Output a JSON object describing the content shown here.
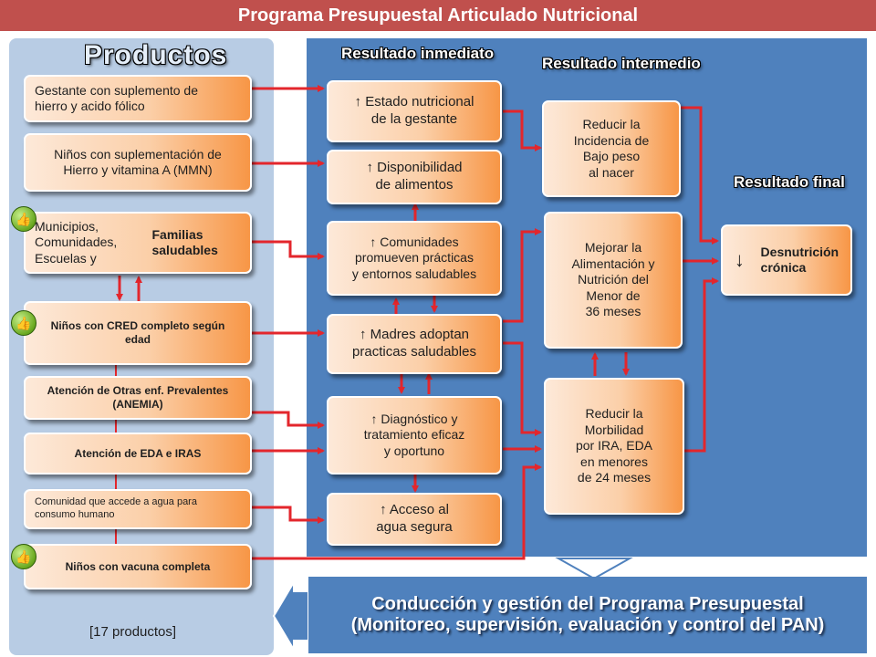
{
  "title": "Programa Presupuestal  Articulado Nutricional",
  "headers": {
    "productos": "Productos",
    "resultado_inmediato": "Resultado inmediato",
    "resultado_intermedio": "Resultado intermedio",
    "resultado_final": "Resultado final"
  },
  "productos": [
    "Gestante con suplemento de\nhierro y acido fólico",
    "Niños con suplementación de\nHierro y vitamina A (MMN)",
    "Municipios,  Comunidades,\nEscuelas y Familias saludables",
    "Niños con CRED completo según\nedad",
    "Atención de Otras enf. Prevalentes\n(ANEMIA)",
    "Atención de EDA e IRAS",
    "Comunidad que accede a agua para\nconsumo humano",
    "Niños con vacuna completa"
  ],
  "resultados_inmediatos": [
    "↑ Estado nutricional\nde la gestante",
    "↑ Disponibilidad\nde alimentos",
    "↑ Comunidades\npromueven prácticas\ny entornos saludables",
    "↑ Madres adoptan\npracticas saludables",
    "↑ Diagnóstico y\ntratamiento eficaz\ny oportuno",
    "↑ Acceso al\nagua segura"
  ],
  "resultados_intermedios": [
    "Reducir la\nIncidencia de\nBajo peso\nal nacer",
    "Mejorar la\nAlimentación  y\nNutrición del\nMenor de\n36 meses",
    "Reducir la\nMorbilidad\npor IRA, EDA\nen menores\nde 24 meses"
  ],
  "resultado_final": {
    "arrow": "↓",
    "text": "Desnutrición\ncrónica"
  },
  "gestion": {
    "line1": "Conducción y gestión del Programa Presupuestal",
    "line2": "(Monitoreo, supervisión, evaluación y control del PAN)"
  },
  "productos_count": "[17 productos]",
  "colors": {
    "title_bar": "#c0504d",
    "arrows": "#e3262c",
    "panel_blue": "#4f81bd",
    "panel_light": "#b8cce4",
    "box_orange": "#f79646"
  },
  "icons": [
    "thumbs-up-icon"
  ]
}
